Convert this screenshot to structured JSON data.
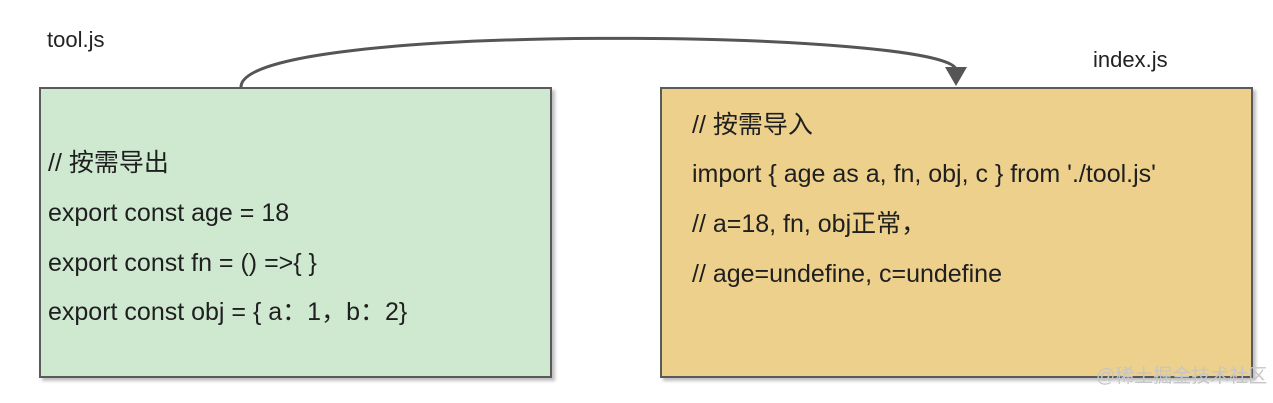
{
  "left_file": {
    "name": "tool.js",
    "lines": [
      "// 按需导出",
      "export const age = 18",
      "export const fn = () =>{  }",
      "export const obj = { a：1，b：2}"
    ]
  },
  "right_file": {
    "name": "index.js",
    "lines": [
      "//  按需导入",
      "import  { age as a, fn, obj, c } from './tool.js'",
      "// a=18,  fn, obj正常，",
      "// age=undefine, c=undefine"
    ]
  },
  "watermark": "@稀土掘金技术社区",
  "colors": {
    "left_box": "#cfe9d1",
    "right_box": "#ecd08c",
    "border": "#5a5a5a",
    "arrow": "#555555"
  }
}
